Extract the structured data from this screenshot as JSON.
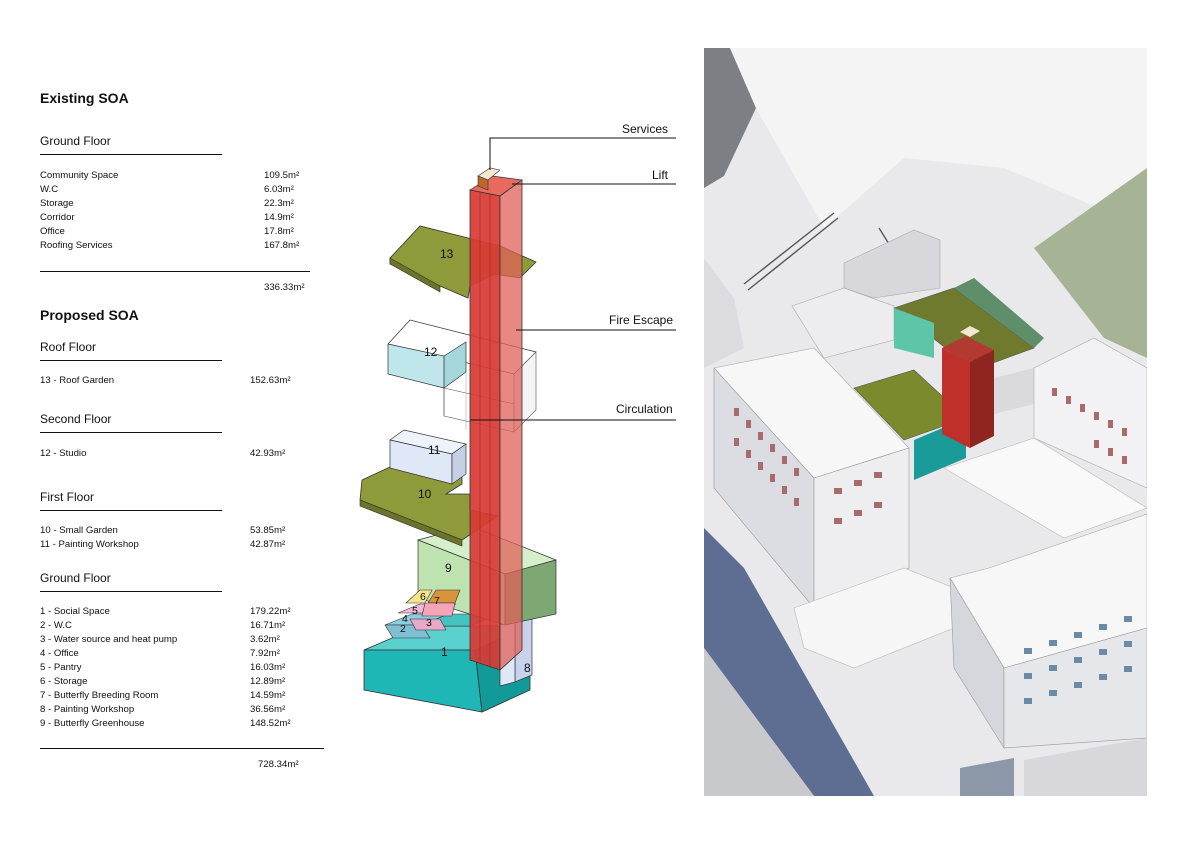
{
  "existing": {
    "title": "Existing SOA",
    "ground_floor": {
      "heading": "Ground Floor",
      "rows": [
        {
          "label": "Community Space",
          "value": "109.5m²"
        },
        {
          "label": "W.C",
          "value": "6.03m²"
        },
        {
          "label": "Storage",
          "value": "22.3m²"
        },
        {
          "label": "Corridor",
          "value": "14.9m²"
        },
        {
          "label": "Office",
          "value": "17.8m²"
        },
        {
          "label": "Roofing Services",
          "value": "167.8m²"
        }
      ],
      "total": "336.33m²"
    }
  },
  "proposed": {
    "title": "Proposed SOA",
    "roof_floor": {
      "heading": "Roof Floor",
      "rows": [
        {
          "label": "13 - Roof Garden",
          "value": "152.63m²"
        }
      ]
    },
    "second_floor": {
      "heading": "Second Floor",
      "rows": [
        {
          "label": "12 - Studio",
          "value": "42.93m²"
        }
      ]
    },
    "first_floor": {
      "heading": "First Floor",
      "rows": [
        {
          "label": "10 - Small Garden",
          "value": "53.85m²"
        },
        {
          "label": "11 - Painting Workshop",
          "value": "42.87m²"
        }
      ]
    },
    "ground_floor": {
      "heading": "Ground Floor",
      "rows": [
        {
          "label": "1 - Social Space",
          "value": "179.22m²"
        },
        {
          "label": "2 - W.C",
          "value": "16.71m²"
        },
        {
          "label": "3 - Water source and heat pump",
          "value": "3.62m²"
        },
        {
          "label": "4 - Office",
          "value": "7.92m²"
        },
        {
          "label": "5 - Pantry",
          "value": "16.03m²"
        },
        {
          "label": "6 - Storage",
          "value": "12.89m²"
        },
        {
          "label": "7 - Butterfly Breeding Room",
          "value": "14.59m²"
        },
        {
          "label": "8 - Painting Workshop",
          "value": "36.56m²"
        },
        {
          "label": "9 - Butterfly Greenhouse",
          "value": "148.52m²"
        }
      ]
    },
    "total": "728.34m²"
  },
  "diagram": {
    "callouts": {
      "services": "Services",
      "lift": "Lift",
      "fire_escape": "Fire Escape",
      "circulation": "Circulation"
    },
    "block_numbers": [
      "1",
      "2",
      "3",
      "4",
      "5",
      "6",
      "7",
      "8",
      "9",
      "10",
      "11",
      "12",
      "13"
    ],
    "colors": {
      "tower_red": "#d93a35",
      "roof_garden": "#8f9a3a",
      "social_teal": "#1fb7b5",
      "greenhouse": "#bfe3b0",
      "greenhouse_side": "#7da873",
      "studio": "#bfe6ea",
      "workshop": "#dfe8f7",
      "storage_yellow": "#f4e58a",
      "breeding_orange": "#d9933a",
      "pantry_pink": "#f0b8d4",
      "wc_blue": "#8ccde0",
      "river": "#5d6e92"
    }
  }
}
